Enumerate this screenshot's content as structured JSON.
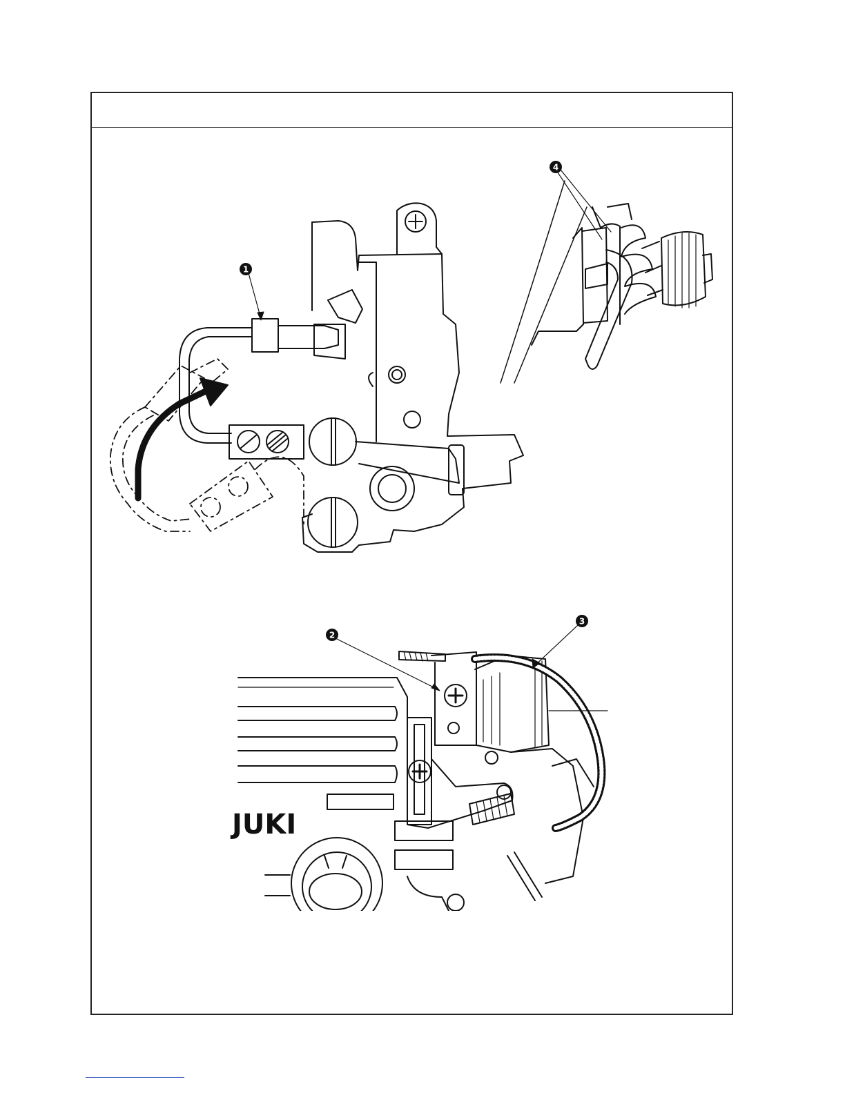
{
  "callouts": {
    "c1": "1",
    "c2": "2",
    "c3": "3",
    "c4": "4"
  },
  "logo": "JUKI",
  "colors": {
    "line": "#111111",
    "frame": "#222222",
    "footnote_rule": "#4b6cc2"
  }
}
